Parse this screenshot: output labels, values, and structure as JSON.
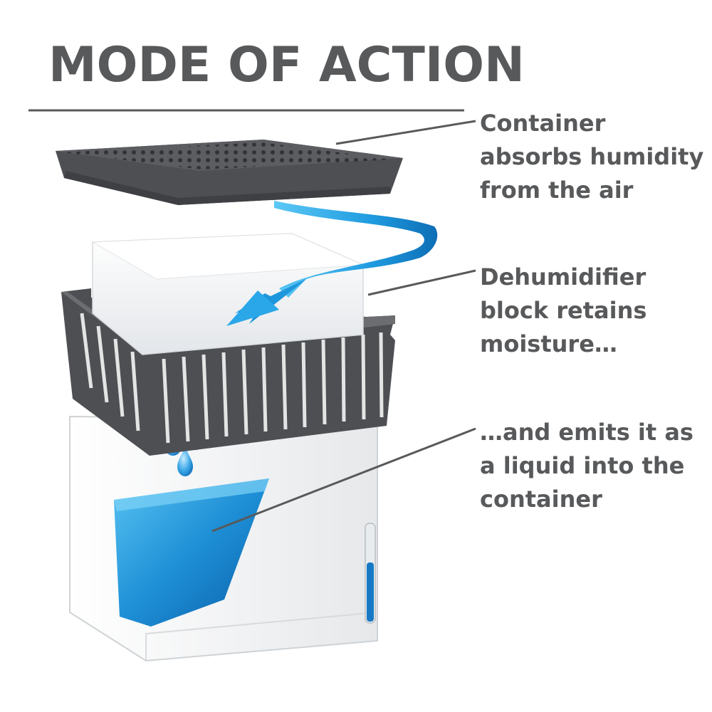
{
  "title": "MODE OF ACTION",
  "callouts": [
    {
      "lines": [
        "Container",
        "absorbs humidity",
        "from the air"
      ]
    },
    {
      "lines": [
        "Dehumidifier",
        "block retains",
        "moisture…"
      ]
    },
    {
      "lines": [
        "…and emits it as",
        "a liquid into the",
        "container"
      ]
    }
  ],
  "colors": {
    "text": "#58595b",
    "lid": "#4d4f53",
    "basket": "#4d4f53",
    "block": "#f2f3f5",
    "water": "#1e8fd6",
    "container": "#f4f5f6",
    "arrow": "#2aa7e8"
  }
}
